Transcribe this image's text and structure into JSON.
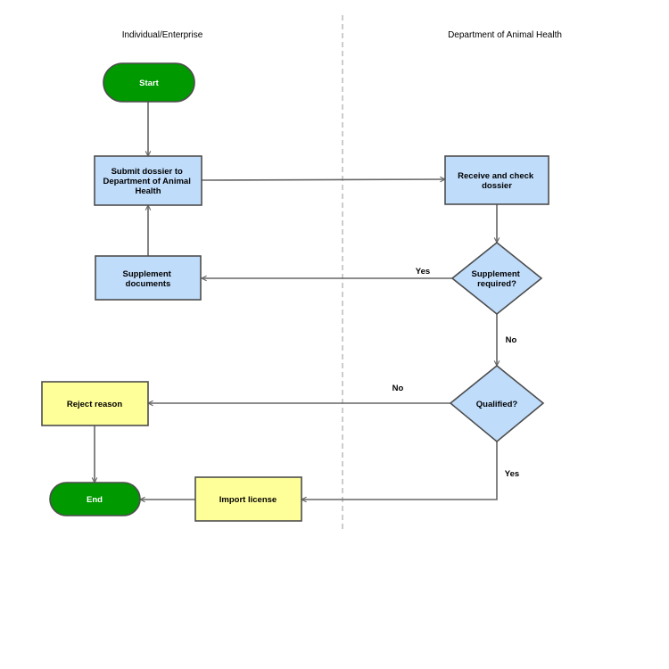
{
  "lanes": {
    "left_title": "Individual/Enterprise",
    "right_title": "Department of Animal Health"
  },
  "colors": {
    "terminal_fill": "#009900",
    "terminal_stroke": "#4d4d4d",
    "process_blue_fill": "#bfdcfb",
    "process_yellow_fill": "#ffff99",
    "box_stroke": "#4d4d4d",
    "edge": "#666666",
    "divider": "#bbbbbb"
  },
  "nodes": {
    "start": "Start",
    "submit": [
      "Submit dossier to",
      "Department of Animal",
      "Health"
    ],
    "supplement_docs": [
      "Supplement",
      "documents"
    ],
    "receive": [
      "Receive and check",
      "dossier"
    ],
    "supplement_required": [
      "Supplement",
      "required?"
    ],
    "qualified": "Qualified?",
    "reject": "Reject reason",
    "import_license": "Import license",
    "end": "End"
  },
  "edge_labels": {
    "supplement_yes": "Yes",
    "supplement_no": "No",
    "qualified_no": "No",
    "qualified_yes": "Yes"
  }
}
